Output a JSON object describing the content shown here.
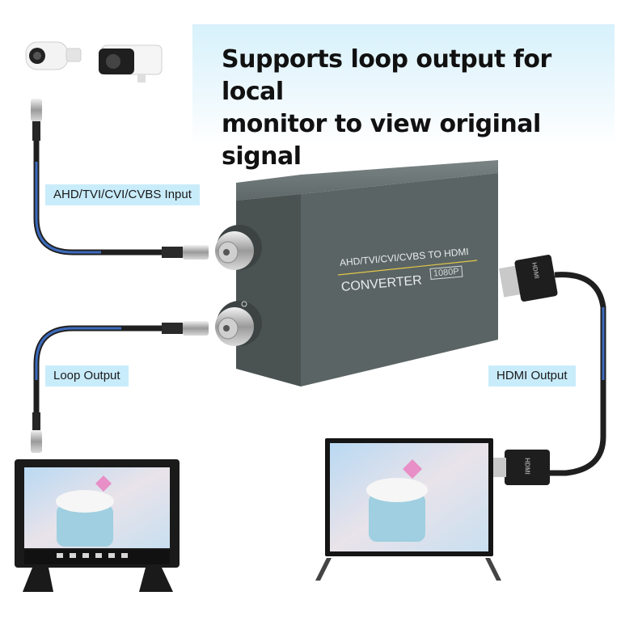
{
  "headline": {
    "line1": "Supports loop output for local",
    "line2": "monitor to view original signal"
  },
  "labels": {
    "input": "AHD/TVI/CVI/CVBS Input",
    "loop": "Loop Output",
    "hdmi": "HDMI Output"
  },
  "device": {
    "title": "AHD/TVI/CVI/CVBS TO HDMI",
    "name": "CONVERTER",
    "badge": "1080P"
  },
  "connector": {
    "hdmi_mark": "HDMI"
  },
  "colors": {
    "accent": "#c9ecfb",
    "device_body": "#5b6464",
    "cable": "#1f1f1f",
    "signal": "#4a8cff"
  }
}
